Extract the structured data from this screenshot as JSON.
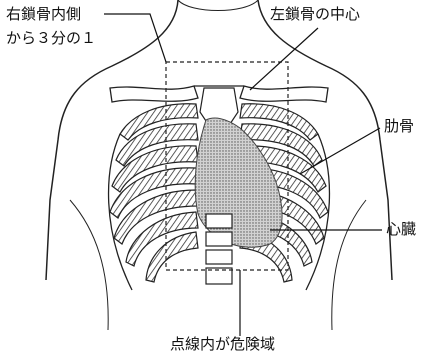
{
  "labels": {
    "right_clavicle_line1": "右鎖骨内側",
    "right_clavicle_line2": "から３分の１",
    "left_clavicle_center": "左鎖骨の中心",
    "ribs": "肋骨",
    "heart": "心臓",
    "danger_zone": "点線内が危険域"
  },
  "colors": {
    "line": "#222222",
    "hatch": "#333333",
    "heart_fill": "#c9c9c9"
  }
}
